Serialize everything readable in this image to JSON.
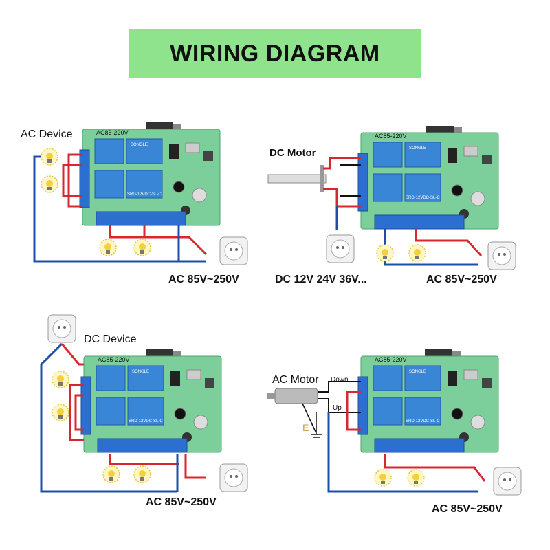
{
  "title": "WIRING DIAGRAM",
  "board_label": "AC85-220V",
  "relay_top_text": "SONGLE",
  "relay_model": "SRD-12VDC-SL-C",
  "colors": {
    "title_bg": "#8fe38c",
    "board": "#7ccf9a",
    "relay": "#3a86d6",
    "terminal": "#2d6fd0",
    "wire_red": "#d6282e",
    "wire_blue": "#1e4fa8",
    "bulb": "#f4d03f"
  },
  "panels": [
    {
      "device_label": "AC Device",
      "supply_label": "AC 85V~250V"
    },
    {
      "device_label": "DC Motor",
      "supply_label": "AC 85V~250V",
      "extra_label": "DC 12V 24V 36V..."
    },
    {
      "device_label": "DC Device",
      "supply_label": "AC 85V~250V"
    },
    {
      "device_label": "AC Motor",
      "supply_label": "AC 85V~250V",
      "down_label": "Down",
      "up_label": "Up",
      "ground_label": "E"
    }
  ]
}
